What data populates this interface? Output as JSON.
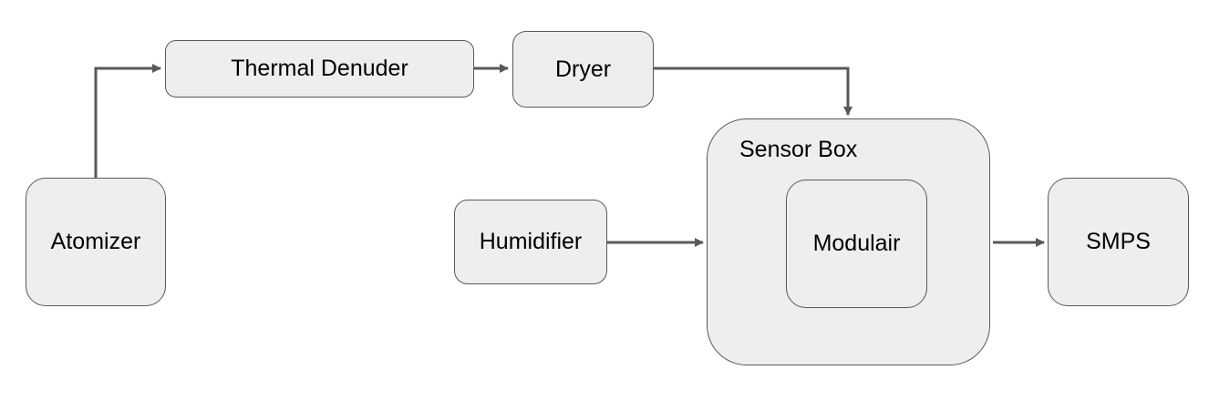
{
  "nodes": {
    "atomizer": "Atomizer",
    "thermal_denuder": "Thermal Denuder",
    "dryer": "Dryer",
    "humidifier": "Humidifier",
    "sensor_box": "Sensor Box",
    "modulair": "Modulair",
    "smps": "SMPS"
  },
  "edges": [
    {
      "from": "Atomizer",
      "to": "Thermal Denuder"
    },
    {
      "from": "Thermal Denuder",
      "to": "Dryer"
    },
    {
      "from": "Dryer",
      "to": "Sensor Box"
    },
    {
      "from": "Humidifier",
      "to": "Sensor Box"
    },
    {
      "from": "Sensor Box",
      "to": "SMPS"
    }
  ],
  "colors": {
    "node_fill": "#eeeeee",
    "node_border": "#595959",
    "arrow": "#595959",
    "text": "#000000"
  }
}
